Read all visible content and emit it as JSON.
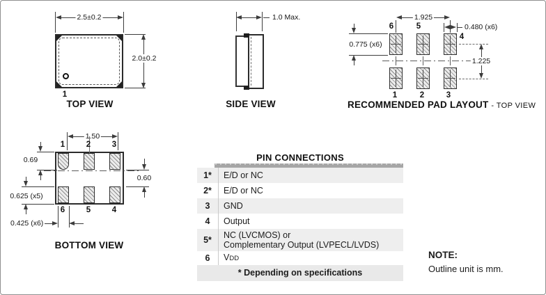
{
  "top_view": {
    "title": "TOP VIEW",
    "pin1": "1",
    "dim_width": "2.5±0.2",
    "dim_height": "2.0±0.2"
  },
  "side_view": {
    "title": "SIDE VIEW",
    "dim_thickness": "1.0 Max."
  },
  "pad_layout": {
    "title": "RECOMMENDED PAD LAYOUT",
    "title_suffix": "- TOP VIEW",
    "dim_span": "1.925",
    "dim_pad_width": "0.480 (x6)",
    "dim_pad_height": "0.775 (x6)",
    "dim_row_pitch": "1.225",
    "pins_top": [
      "6",
      "5",
      "4"
    ],
    "pins_bottom": [
      "1",
      "2",
      "3"
    ]
  },
  "bottom_view": {
    "title": "BOTTOM VIEW",
    "dim_span": "1.50",
    "dim_edge_to_pad": "0.69",
    "dim_gap": "0.60",
    "dim_pitch": "0.625 (x5)",
    "dim_pad_width": "0.425 (x6)",
    "pins_top": [
      "1",
      "2",
      "3"
    ],
    "pins_bottom": [
      "6",
      "5",
      "4"
    ]
  },
  "pin_table": {
    "title": "PIN CONNECTIONS",
    "rows": [
      {
        "pin": "1*",
        "desc": "E/D or NC"
      },
      {
        "pin": "2*",
        "desc": "E/D or NC"
      },
      {
        "pin": "3",
        "desc": "GND"
      },
      {
        "pin": "4",
        "desc": "Output"
      },
      {
        "pin": "5*",
        "desc_line1": "NC (LVCMOS) or",
        "desc_line2": "Complementary Output (LVPECL/LVDS)"
      },
      {
        "pin": "6",
        "desc_main": "V",
        "desc_sub": "DD"
      }
    ],
    "footnote": "* Depending on specifications"
  },
  "note": {
    "title": "NOTE:",
    "text": "Outline unit is mm."
  },
  "colors": {
    "table_header_band": "#a6a6a6",
    "row_shaded": "#eeeeee",
    "footer": "#e9e9e9",
    "line": "#3c3c3c",
    "pad_fill": "#ececec",
    "pad_hatch": "#8a8a8a"
  }
}
